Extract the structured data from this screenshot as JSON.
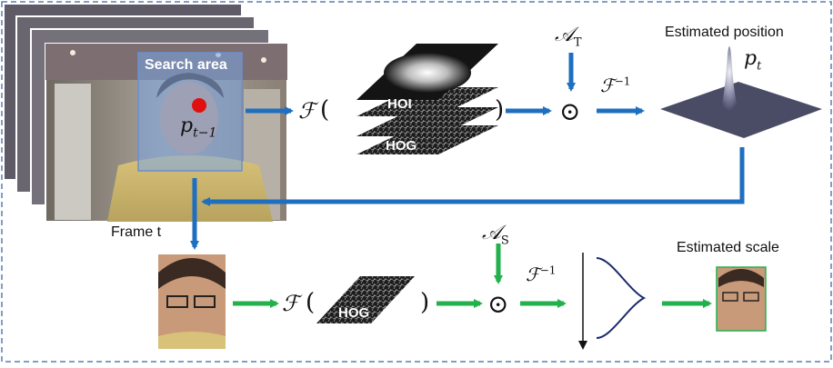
{
  "labels": {
    "search_area": "Search area",
    "p_prev_base": "p",
    "p_prev_sub": "t−1",
    "frame_t": "Frame t",
    "hoi": "HOI",
    "hog_top": "HOG",
    "hog_bottom": "HOG",
    "estimated_position": "Estimated position",
    "p_t_base": "p",
    "p_t_sub": "t",
    "estimated_scale": "Estimated scale",
    "fourier": "ℱ",
    "open_paren": "(",
    "close_paren": ")",
    "inv_fourier_base": "ℱ",
    "inv_fourier_exp": "−1",
    "odot": "⊙",
    "a_t_base": "𝒜",
    "a_t_sub": "T",
    "a_s_base": "𝒜",
    "a_s_sub": "S"
  },
  "colors": {
    "translation_arrow": "#1f6fc0",
    "scale_arrow": "#22b14c",
    "frame_border": "#4a6fa5",
    "search_area_fill": "#7aa6e6",
    "target_dot": "#e01010",
    "dashed_border": "#5a7fb0"
  }
}
